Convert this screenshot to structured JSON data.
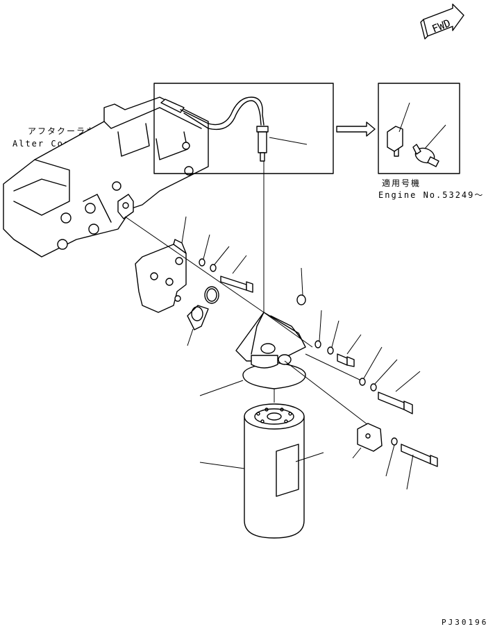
{
  "fwd_label": "FWD",
  "aftercooler": {
    "jp": "アフタクーラカバー",
    "en": "Alter Cooler Cover"
  },
  "applicability": {
    "jp": "適用号機",
    "en": "Engine No.53249～"
  },
  "drawing_code": "PJ30196"
}
